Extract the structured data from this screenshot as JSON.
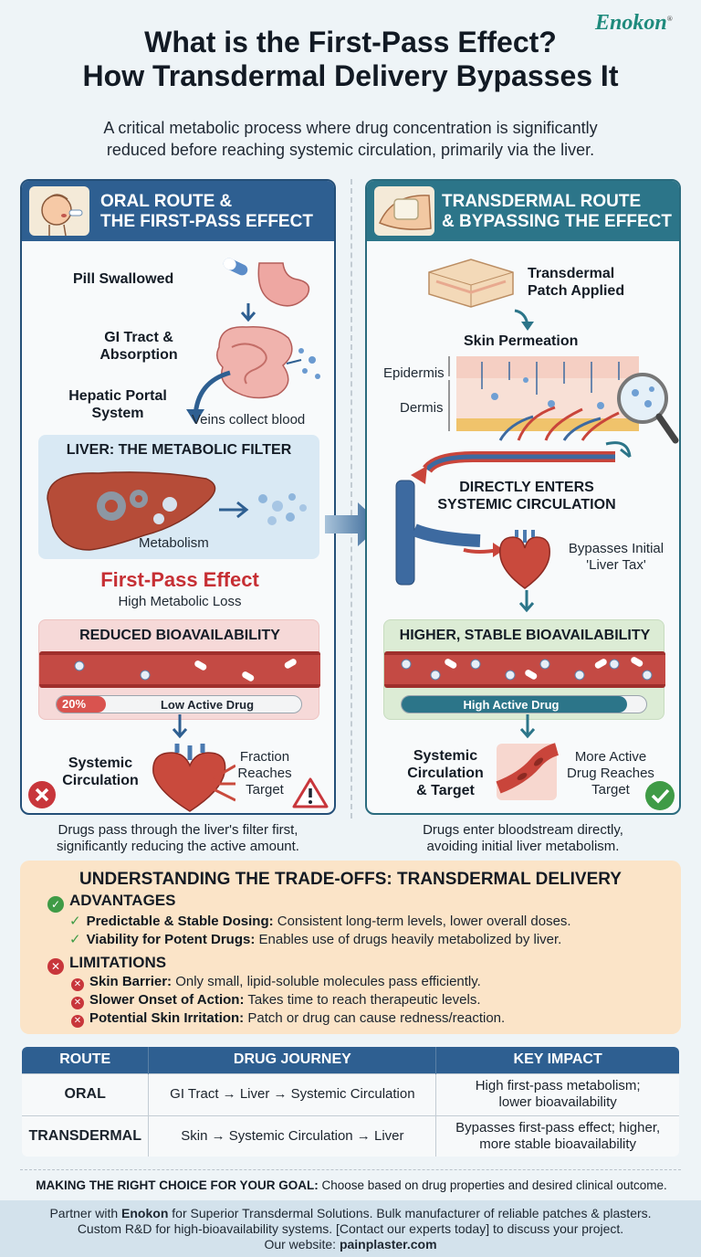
{
  "brand": {
    "name": "Enokon",
    "mark": "®"
  },
  "title_line1": "What is the First-Pass Effect?",
  "title_line2": "How Transdermal Delivery Bypasses It",
  "subtitle_line1": "A critical metabolic process where drug concentration is significantly",
  "subtitle_line2": "reduced before reaching systemic circulation, primarily via the liver.",
  "oral": {
    "heading_line1": "ORAL ROUTE &",
    "heading_line2": "THE FIRST-PASS EFFECT",
    "pill": "Pill Swallowed",
    "gi_line1": "GI Tract &",
    "gi_line2": "Absorption",
    "portal_line1": "Hepatic Portal",
    "portal_line2": "System",
    "veins": "Veins collect blood",
    "liver_title": "LIVER: THE METABOLIC FILTER",
    "metabolism": "Metabolism",
    "fpe": "First-Pass Effect",
    "fpe_sub": "High Metabolic Loss",
    "reduced_title": "REDUCED BIOAVAILABILITY",
    "bar_percent": "20%",
    "bar_label": "Low Active Drug",
    "bar_fraction": 0.2,
    "systemic_line1": "Systemic",
    "systemic_line2": "Circulation",
    "fraction_line1": "Fraction",
    "fraction_line2": "Reaches",
    "fraction_line3": "Target",
    "caption_line1": "Drugs pass through the liver's filter first,",
    "caption_line2": "significantly reducing the active amount."
  },
  "transdermal": {
    "heading_line1": "TRANSDERMAL ROUTE",
    "heading_line2": "& BYPASSING THE EFFECT",
    "patch_line1": "Transdermal",
    "patch_line2": "Patch Applied",
    "permeation": "Skin Permeation",
    "epidermis": "Epidermis",
    "dermis": "Dermis",
    "enters_line1": "DIRECTLY ENTERS",
    "enters_line2": "SYSTEMIC CIRCULATION",
    "bypass_line1": "Bypasses Initial",
    "bypass_line2": "'Liver Tax'",
    "higher_title": "HIGHER, STABLE BIOAVAILABILITY",
    "bar_label": "High Active Drug",
    "bar_fraction": 0.92,
    "systemic_line1": "Systemic",
    "systemic_line2": "Circulation",
    "systemic_line3": "& Target",
    "more_line1": "More Active",
    "more_line2": "Drug Reaches",
    "more_line3": "Target",
    "caption_line1": "Drugs enter bloodstream directly,",
    "caption_line2": "avoiding initial liver metabolism."
  },
  "tradeoffs": {
    "title": "UNDERSTANDING THE TRADE-OFFS: TRANSDERMAL DELIVERY",
    "adv_heading": "ADVANTAGES",
    "adv": [
      {
        "term": "Predictable & Stable Dosing:",
        "desc": "Consistent long-term levels, lower overall doses."
      },
      {
        "term": "Viability for Potent Drugs:",
        "desc": "Enables use of drugs heavily metabolized by liver."
      }
    ],
    "lim_heading": "LIMITATIONS",
    "lim": [
      {
        "term": "Skin Barrier:",
        "desc": "Only small, lipid-soluble molecules pass efficiently."
      },
      {
        "term": "Slower Onset of Action:",
        "desc": "Takes time to reach therapeutic levels."
      },
      {
        "term": "Potential Skin Irritation:",
        "desc": "Patch or drug can cause redness/reaction."
      }
    ]
  },
  "table": {
    "headers": [
      "ROUTE",
      "DRUG JOURNEY",
      "KEY IMPACT"
    ],
    "rows": [
      {
        "route": "ORAL",
        "journey": "GI Tract → Liver → Systemic Circulation",
        "impact1": "High first-pass metabolism;",
        "impact2": "lower bioavailability"
      },
      {
        "route": "TRANSDERMAL",
        "journey": "Skin → Systemic Circulation → Liver",
        "impact1": "Bypasses first-pass effect; higher,",
        "impact2": "more stable bioavailability"
      }
    ]
  },
  "choice": {
    "lead": "MAKING THE RIGHT CHOICE FOR YOUR GOAL:",
    "text": "Choose based on drug properties and desired clinical outcome."
  },
  "footer": {
    "l1a": "Partner with",
    "l1b": "Enokon",
    "l1c": "for Superior Transdermal Solutions. Bulk manufacturer of reliable patches & plasters.",
    "l2": "Custom R&D for high-bioavailability systems. [Contact our experts today] to discuss your project.",
    "l3a": "Our website:",
    "l3b": "painplaster.com"
  },
  "colors": {
    "oral_header": "#2e5f91",
    "trans_header": "#2c7589",
    "warning_red": "#c8363b",
    "success_green": "#3f9b46",
    "fpe_red": "#c62f34"
  }
}
